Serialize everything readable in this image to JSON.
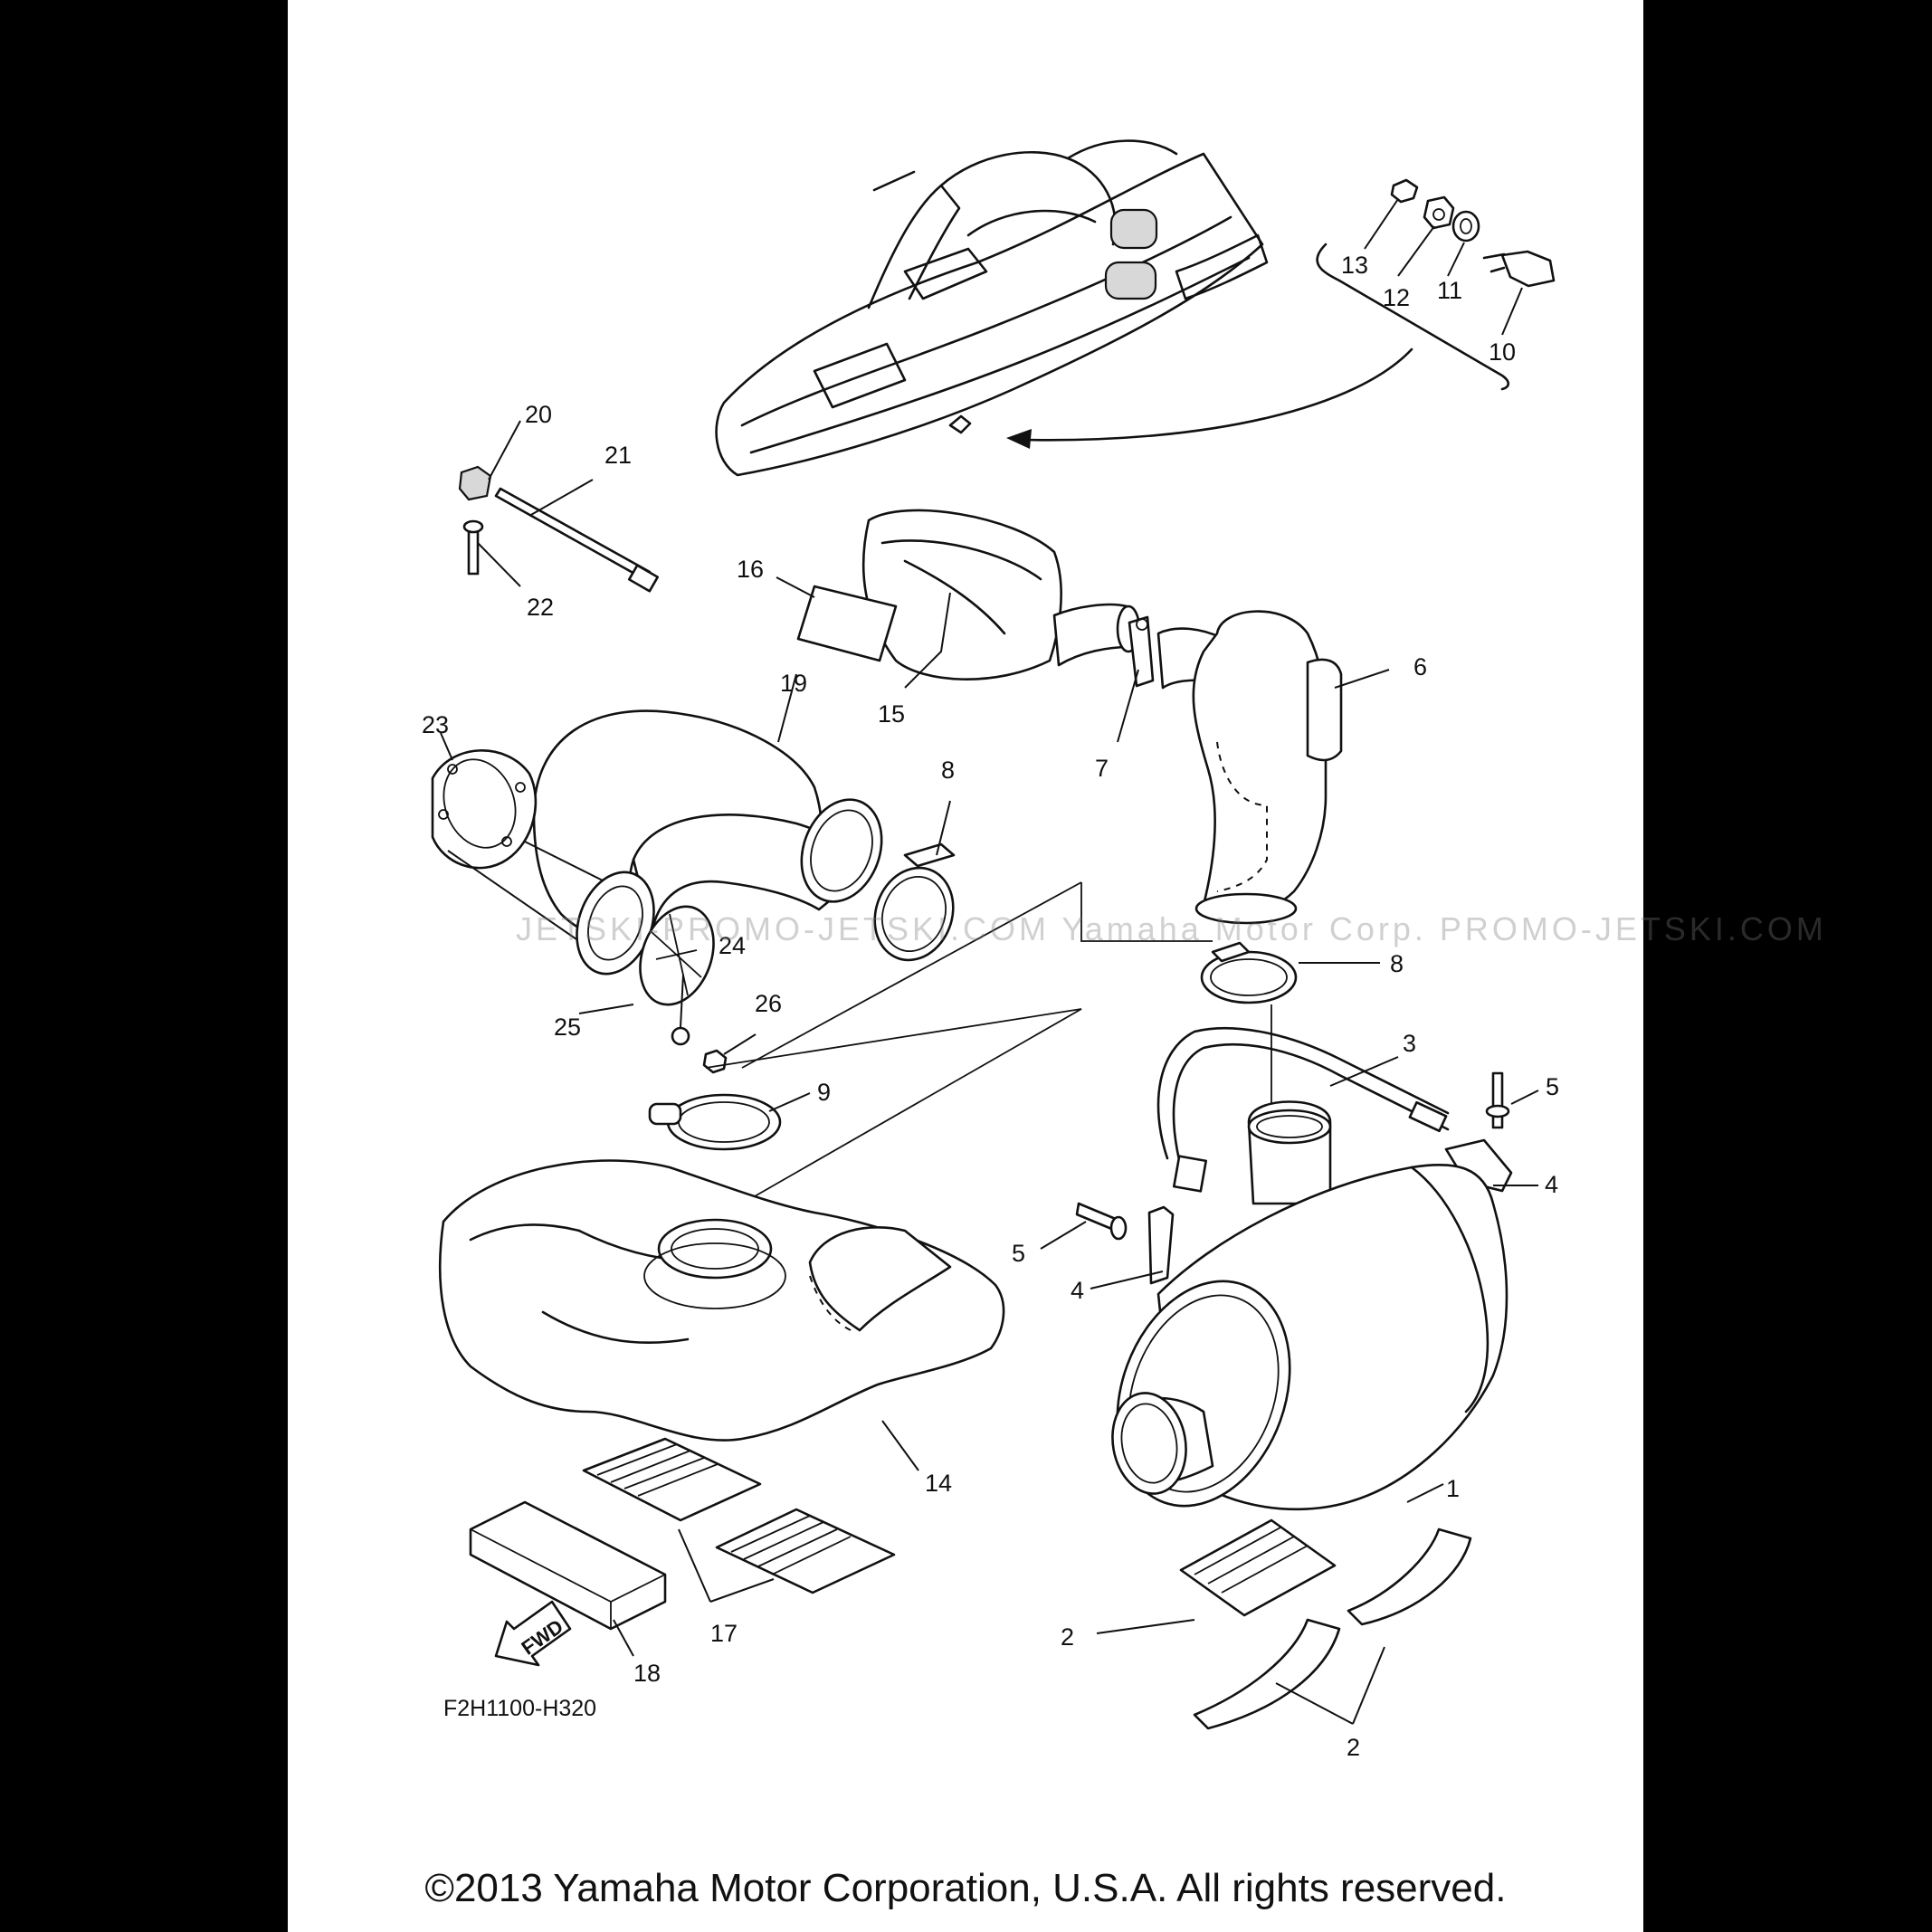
{
  "diagram_code": "F2H1100-H320",
  "fwd_label": "FWD",
  "copyright": "©2013 Yamaha Motor Corporation, U.S.A. All rights reserved.",
  "watermark": "JETSKI-PROMO-JETSKI.COM   Yamaha Motor Corp.   PROMO-JETSKI.COM",
  "callouts": [
    {
      "id": "c1",
      "text": "1"
    },
    {
      "id": "c2a",
      "text": "2"
    },
    {
      "id": "c2b",
      "text": "2"
    },
    {
      "id": "c3",
      "text": "3"
    },
    {
      "id": "c4a",
      "text": "4"
    },
    {
      "id": "c4b",
      "text": "4"
    },
    {
      "id": "c5a",
      "text": "5"
    },
    {
      "id": "c5b",
      "text": "5"
    },
    {
      "id": "c6",
      "text": "6"
    },
    {
      "id": "c7",
      "text": "7"
    },
    {
      "id": "c8a",
      "text": "8"
    },
    {
      "id": "c8b",
      "text": "8"
    },
    {
      "id": "c9",
      "text": "9"
    },
    {
      "id": "c10",
      "text": "10"
    },
    {
      "id": "c11",
      "text": "11"
    },
    {
      "id": "c12",
      "text": "12"
    },
    {
      "id": "c13",
      "text": "13"
    },
    {
      "id": "c14",
      "text": "14"
    },
    {
      "id": "c15",
      "text": "15"
    },
    {
      "id": "c16",
      "text": "16"
    },
    {
      "id": "c17",
      "text": "17"
    },
    {
      "id": "c18",
      "text": "18"
    },
    {
      "id": "c19",
      "text": "19"
    },
    {
      "id": "c20",
      "text": "20"
    },
    {
      "id": "c21",
      "text": "21"
    },
    {
      "id": "c22",
      "text": "22"
    },
    {
      "id": "c23",
      "text": "23"
    },
    {
      "id": "c24",
      "text": "24"
    },
    {
      "id": "c25",
      "text": "25"
    },
    {
      "id": "c26",
      "text": "26"
    }
  ]
}
